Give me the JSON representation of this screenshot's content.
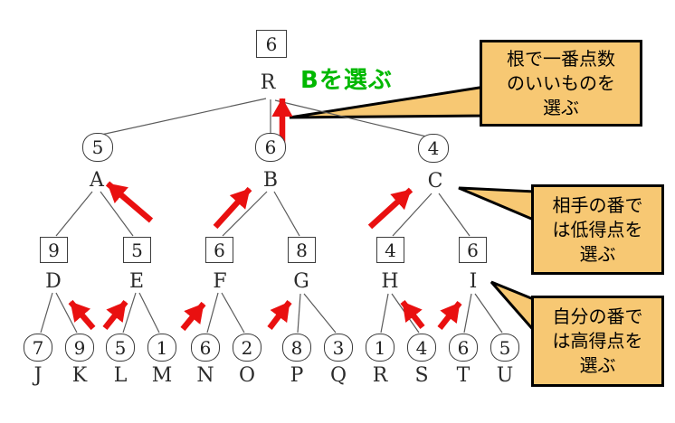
{
  "annotation_green": "Bを選ぶ",
  "tree": {
    "root": {
      "name": "R",
      "value": "6"
    },
    "minimizer_level": [
      {
        "name": "A",
        "value": "5"
      },
      {
        "name": "B",
        "value": "6"
      },
      {
        "name": "C",
        "value": "4"
      }
    ],
    "maximizer_level": [
      {
        "name": "D",
        "value": "9"
      },
      {
        "name": "E",
        "value": "5"
      },
      {
        "name": "F",
        "value": "6"
      },
      {
        "name": "G",
        "value": "8"
      },
      {
        "name": "H",
        "value": "4"
      },
      {
        "name": "I",
        "value": "6"
      }
    ],
    "leaves": [
      {
        "name": "J",
        "value": "7"
      },
      {
        "name": "K",
        "value": "9"
      },
      {
        "name": "L",
        "value": "5"
      },
      {
        "name": "M",
        "value": "1"
      },
      {
        "name": "N",
        "value": "6"
      },
      {
        "name": "O",
        "value": "2"
      },
      {
        "name": "P",
        "value": "8"
      },
      {
        "name": "Q",
        "value": "3"
      },
      {
        "name": "R",
        "value": "1"
      },
      {
        "name": "S",
        "value": "4"
      },
      {
        "name": "T",
        "value": "6"
      },
      {
        "name": "U",
        "value": "5"
      }
    ]
  },
  "callouts": {
    "root_rule": {
      "lines": [
        "根で一番点数",
        "のいいものを",
        "選ぶ"
      ]
    },
    "opponent_rule": {
      "lines": [
        "相手の番で",
        "は低得点を",
        "選ぶ"
      ]
    },
    "self_rule": {
      "lines": [
        "自分の番で",
        "は高得点を",
        "選ぶ"
      ]
    }
  },
  "colors": {
    "callout_fill": "#f7c873",
    "arrow_red": "#e91010",
    "annotation_green": "#00b800",
    "edge_gray": "#5a5a5a"
  }
}
